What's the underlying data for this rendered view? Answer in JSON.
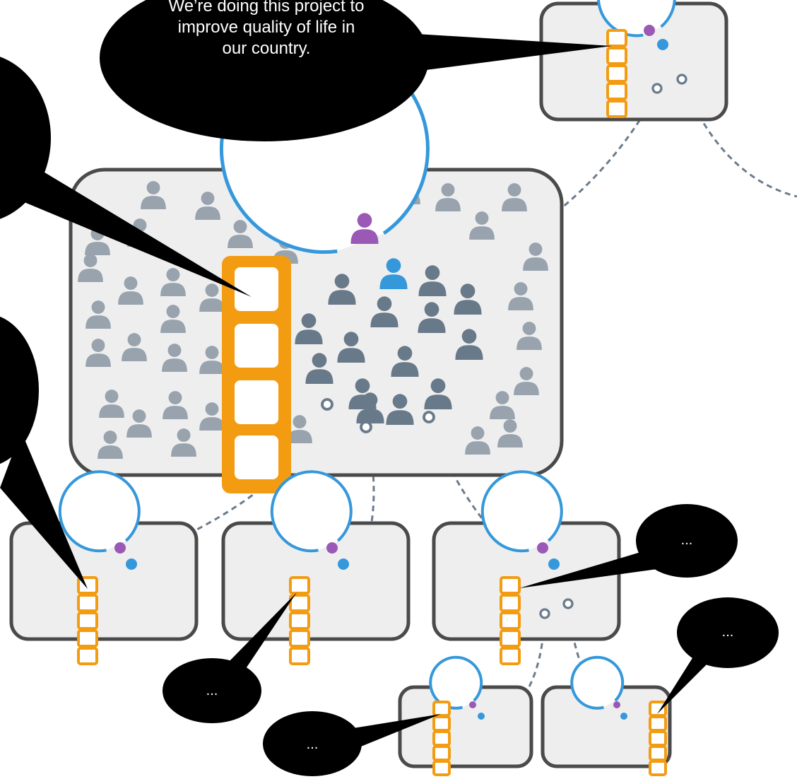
{
  "speech_bubbles": {
    "main_quote": "We’re doing this project to improve quality of life in our country.",
    "ellipsis": "..."
  },
  "colors": {
    "speech_bubble": "#000000",
    "panel_fill": "#eeeeee",
    "panel_border": "#4a4a4a",
    "agenda_box": "#f39c12",
    "circle_ring": "#3498db",
    "leader_purple": "#9b59b6",
    "member_blue": "#3498db",
    "member_dark": "#68798a",
    "crowd_gray": "#98a3ae",
    "connector": "#6b7b8c"
  },
  "icons": [
    "person-icon",
    "agenda-box",
    "group-circle",
    "connector-node"
  ]
}
